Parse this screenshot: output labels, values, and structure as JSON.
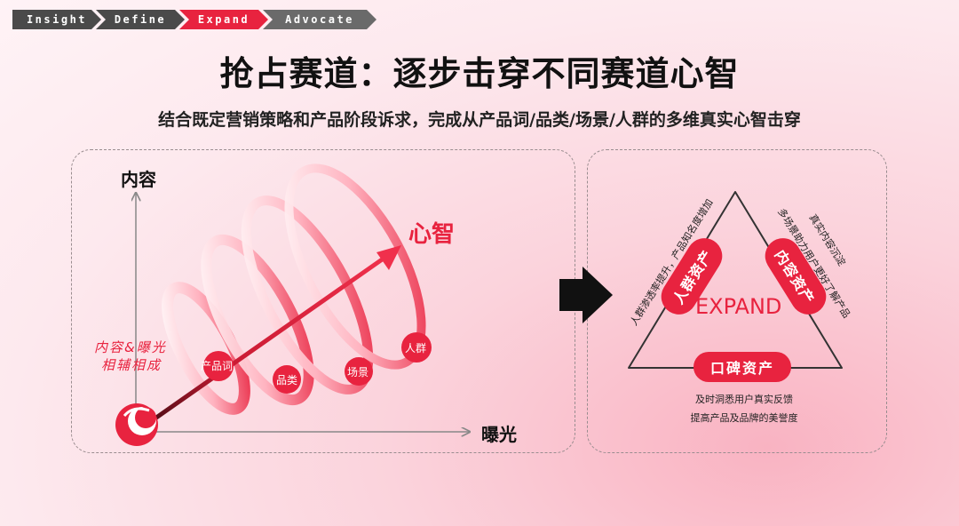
{
  "breadcrumbs": [
    "Insight",
    "Define",
    "Expand",
    "Advocate"
  ],
  "title": "抢占赛道：逐步击穿不同赛道心智",
  "subtitle": "结合既定营销策略和产品阶段诉求，完成从产品词/品类/场景/人群的多维真实心智击穿",
  "left_diagram": {
    "y_axis_label": "内容",
    "x_axis_label": "曝光",
    "target_label": "心智",
    "side_note_line1": "内容&曝光",
    "side_note_line2": "相辅相成",
    "stages": [
      "产品词",
      "品类",
      "场景",
      "人群"
    ]
  },
  "right_diagram": {
    "center_label": "EXPAND",
    "left_pill": "人群资产",
    "right_pill": "内容资产",
    "bottom_pill": "口碑资产",
    "left_note": "人群渗透率提升，产品知名度增加",
    "right_note_line1": "真实内容沉淀",
    "right_note_line2": "多场景助力用户更好了解产品",
    "bottom_note_line1": "及时洞悉用户真实反馈",
    "bottom_note_line2": "提高产品及品牌的美誉度"
  },
  "colors": {
    "accent": "#e8233f",
    "dark": "#4a4a4a"
  }
}
